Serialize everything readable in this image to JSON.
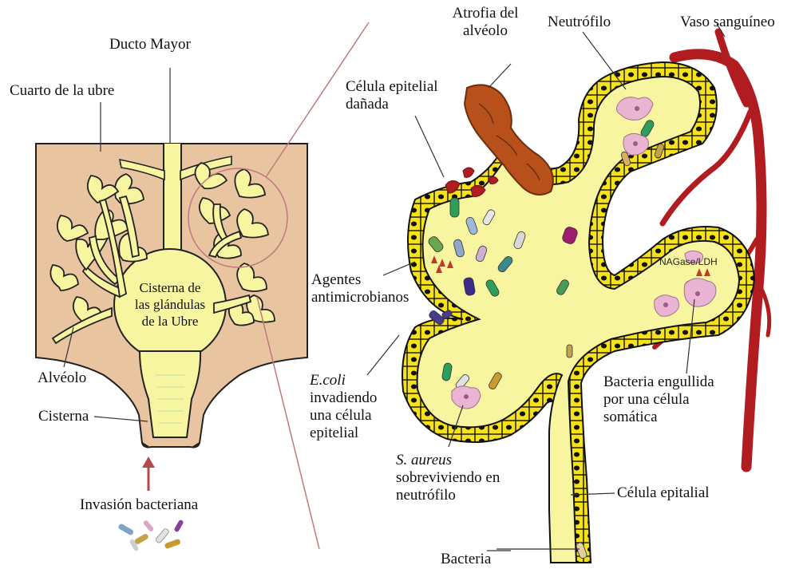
{
  "labels": {
    "ducto_mayor": "Ducto Mayor",
    "cuarto_ubre": "Cuarto de la ubre",
    "cisterna_glandulas": [
      "Cisterna de",
      "las glándulas",
      "de la Ubre"
    ],
    "alveolo": "Alvéolo",
    "cisterna": "Cisterna",
    "invasion": "Invasión bacteriana",
    "atrofia": [
      "Atrofia del",
      "alvéolo"
    ],
    "neutrofilo": "Neutrófilo",
    "vaso": "Vaso sanguíneo",
    "celula_danada": [
      "Célula epitelial",
      "dañada"
    ],
    "agentes": [
      "Agentes",
      "antimicrobianos"
    ],
    "ecoli_italic": "E.coli",
    "ecoli_rest": [
      "invadiendo",
      "una célula",
      "epitelial"
    ],
    "saureus_italic": "S. aureus",
    "saureus_rest": [
      "sobreviviendo en",
      "neutrófilo"
    ],
    "bacteria_engullida": [
      "Bacteria engullida",
      "por una célula",
      "somática"
    ],
    "celula_epitalial": "Célula epitalial",
    "bacteria": "Bacteria",
    "nagase": "NAGase/LDH"
  },
  "colors": {
    "tissue": "#e9c4a1",
    "milk": "#f8f5a0",
    "cell": "#f5e21a",
    "nucleus": "#111111",
    "vessel": "#b01c20",
    "atrophy": "#b8501c",
    "pointer": "#c07a7a"
  }
}
